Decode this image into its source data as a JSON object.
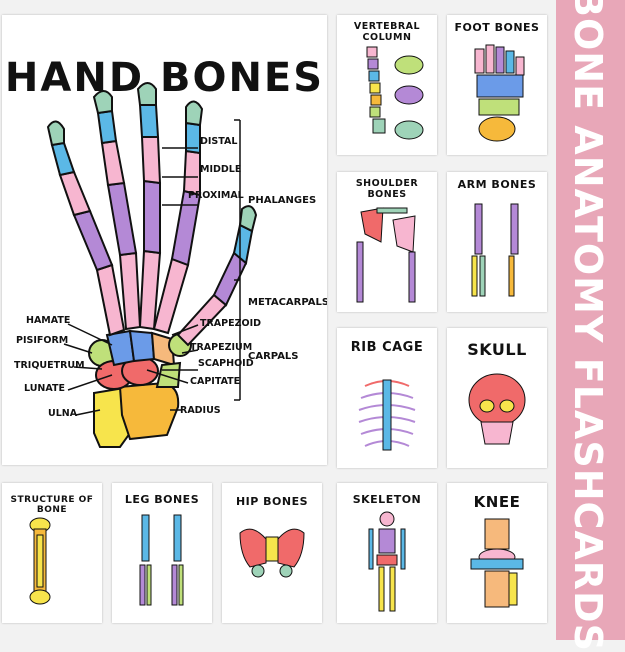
{
  "banner": {
    "text": "BONE ANATOMY FLASHCARDS",
    "color": "#e8a7b8"
  },
  "hand": {
    "title": "HAND BONES",
    "labels": {
      "distal": "DISTAL",
      "middle": "MIDDLE",
      "proximal": "PROXIMAL",
      "phalanges": "PHALANGES",
      "metacarpals": "METACARPALS",
      "carpals": "CARPALS",
      "hamate": "HAMATE",
      "pisiform": "PISIFORM",
      "triquetrum": "TRIQUETRUM",
      "lunate": "LUNATE",
      "ulna": "ULNA",
      "trapezoid": "TRAPEZOID",
      "trapezium": "TRAPEZIUM",
      "scaphoid": "SCAPHOID",
      "capitate": "CAPITATE",
      "radius": "RADIUS"
    }
  },
  "cards": {
    "vertebral": "VERTEBRAL COLUMN",
    "foot": "FOOT BONES",
    "shoulder": "SHOULDER BONES",
    "arm": "ARM BONES",
    "rib": "RIB CAGE",
    "skull": "SKULL",
    "structure": "STRUCTURE OF BONE",
    "leg": "LEG BONES",
    "hip": "HIP BONES",
    "skeleton": "SKELETON",
    "knee": "KNEE"
  }
}
